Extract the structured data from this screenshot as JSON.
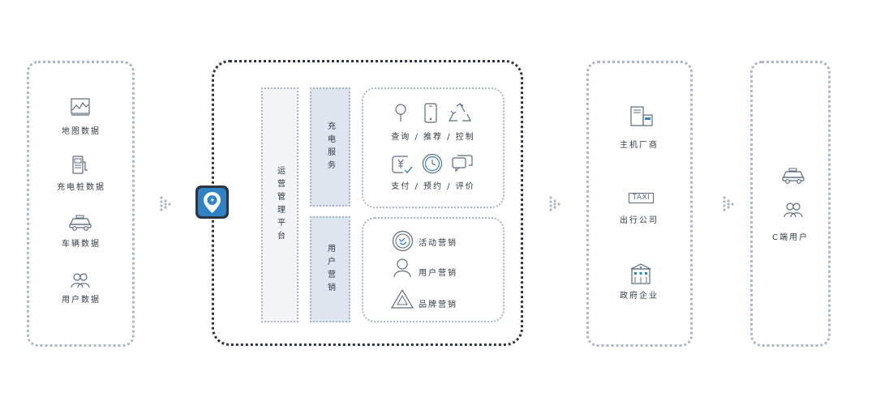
{
  "data_sources": [
    "地图数据",
    "充电桩数据",
    "车辆数据",
    "用户数据"
  ],
  "platform": {
    "ops_label": "运营管理平台",
    "charging_label": "充电服务",
    "user_marketing_label": "用户营销",
    "charging_rows": [
      "查询 / 推荐 / 控制",
      "支付 / 预约 / 评价"
    ],
    "marketing_items": [
      "活动营销",
      "用户营销",
      "品牌营销"
    ]
  },
  "partners": [
    "主机厂商",
    "出行公司",
    "政府企业"
  ],
  "taxi_sign": "TAXI",
  "end_user": "C端用户",
  "colors": {
    "dot": "#a9b6c8",
    "dark": "#2e3440",
    "accent": "#2f82c3",
    "col_fill": "#dde5ef",
    "ops_fill": "#f2f4f7"
  }
}
